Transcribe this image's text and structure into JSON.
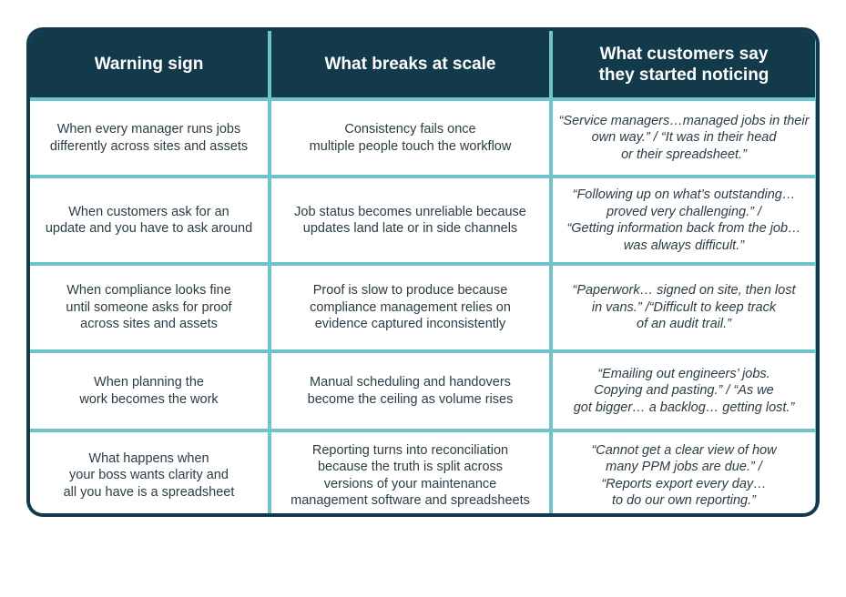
{
  "headers": [
    "Warning sign",
    "What breaks at scale",
    "What customers say\nthey started noticing"
  ],
  "rows": [
    {
      "warning": "When every manager runs jobs\ndifferently across sites and assets",
      "breaks": "Consistency fails once\nmultiple people touch the workflow",
      "customers": "“Service managers…managed jobs in their\nown way.” / “It was in their head\nor their spreadsheet.”"
    },
    {
      "warning": "When customers ask for an\nupdate and you have to ask around",
      "breaks": "Job status becomes unreliable because\nupdates land late or in side channels",
      "customers": "“Following up on what’s outstanding…\nproved very challenging.” /\n“Getting  information back from the job…\nwas always difficult.”"
    },
    {
      "warning": "When compliance looks fine\nuntil someone asks for proof\nacross sites and assets",
      "breaks": "Proof is slow to produce because\ncompliance management relies on\nevidence captured inconsistently",
      "customers": "“Paperwork… signed on site, then lost\nin vans.”  /“Difficult to keep track\nof an audit trail.”"
    },
    {
      "warning": "When planning the\nwork becomes the work",
      "breaks": "Manual scheduling and handovers\nbecome the ceiling as volume rises",
      "customers": "“Emailing out engineers’ jobs.\nCopying and pasting.” / “As we\ngot bigger… a backlog… getting lost.”"
    },
    {
      "warning": "What happens when\nyour boss wants clarity and\nall you have is a spreadsheet",
      "breaks": "Reporting turns into reconciliation\nbecause the truth is split across\nversions of your maintenance\nmanagement software and spreadsheets",
      "customers": "“Cannot get a clear view of how\nmany PPM jobs are due.” /\n“Reports export every day…\nto do our own reporting.”"
    }
  ],
  "colors": {
    "header_bg": "#123a4a",
    "grid_lines": "#6fc4cb",
    "text": "#2a3d45"
  }
}
